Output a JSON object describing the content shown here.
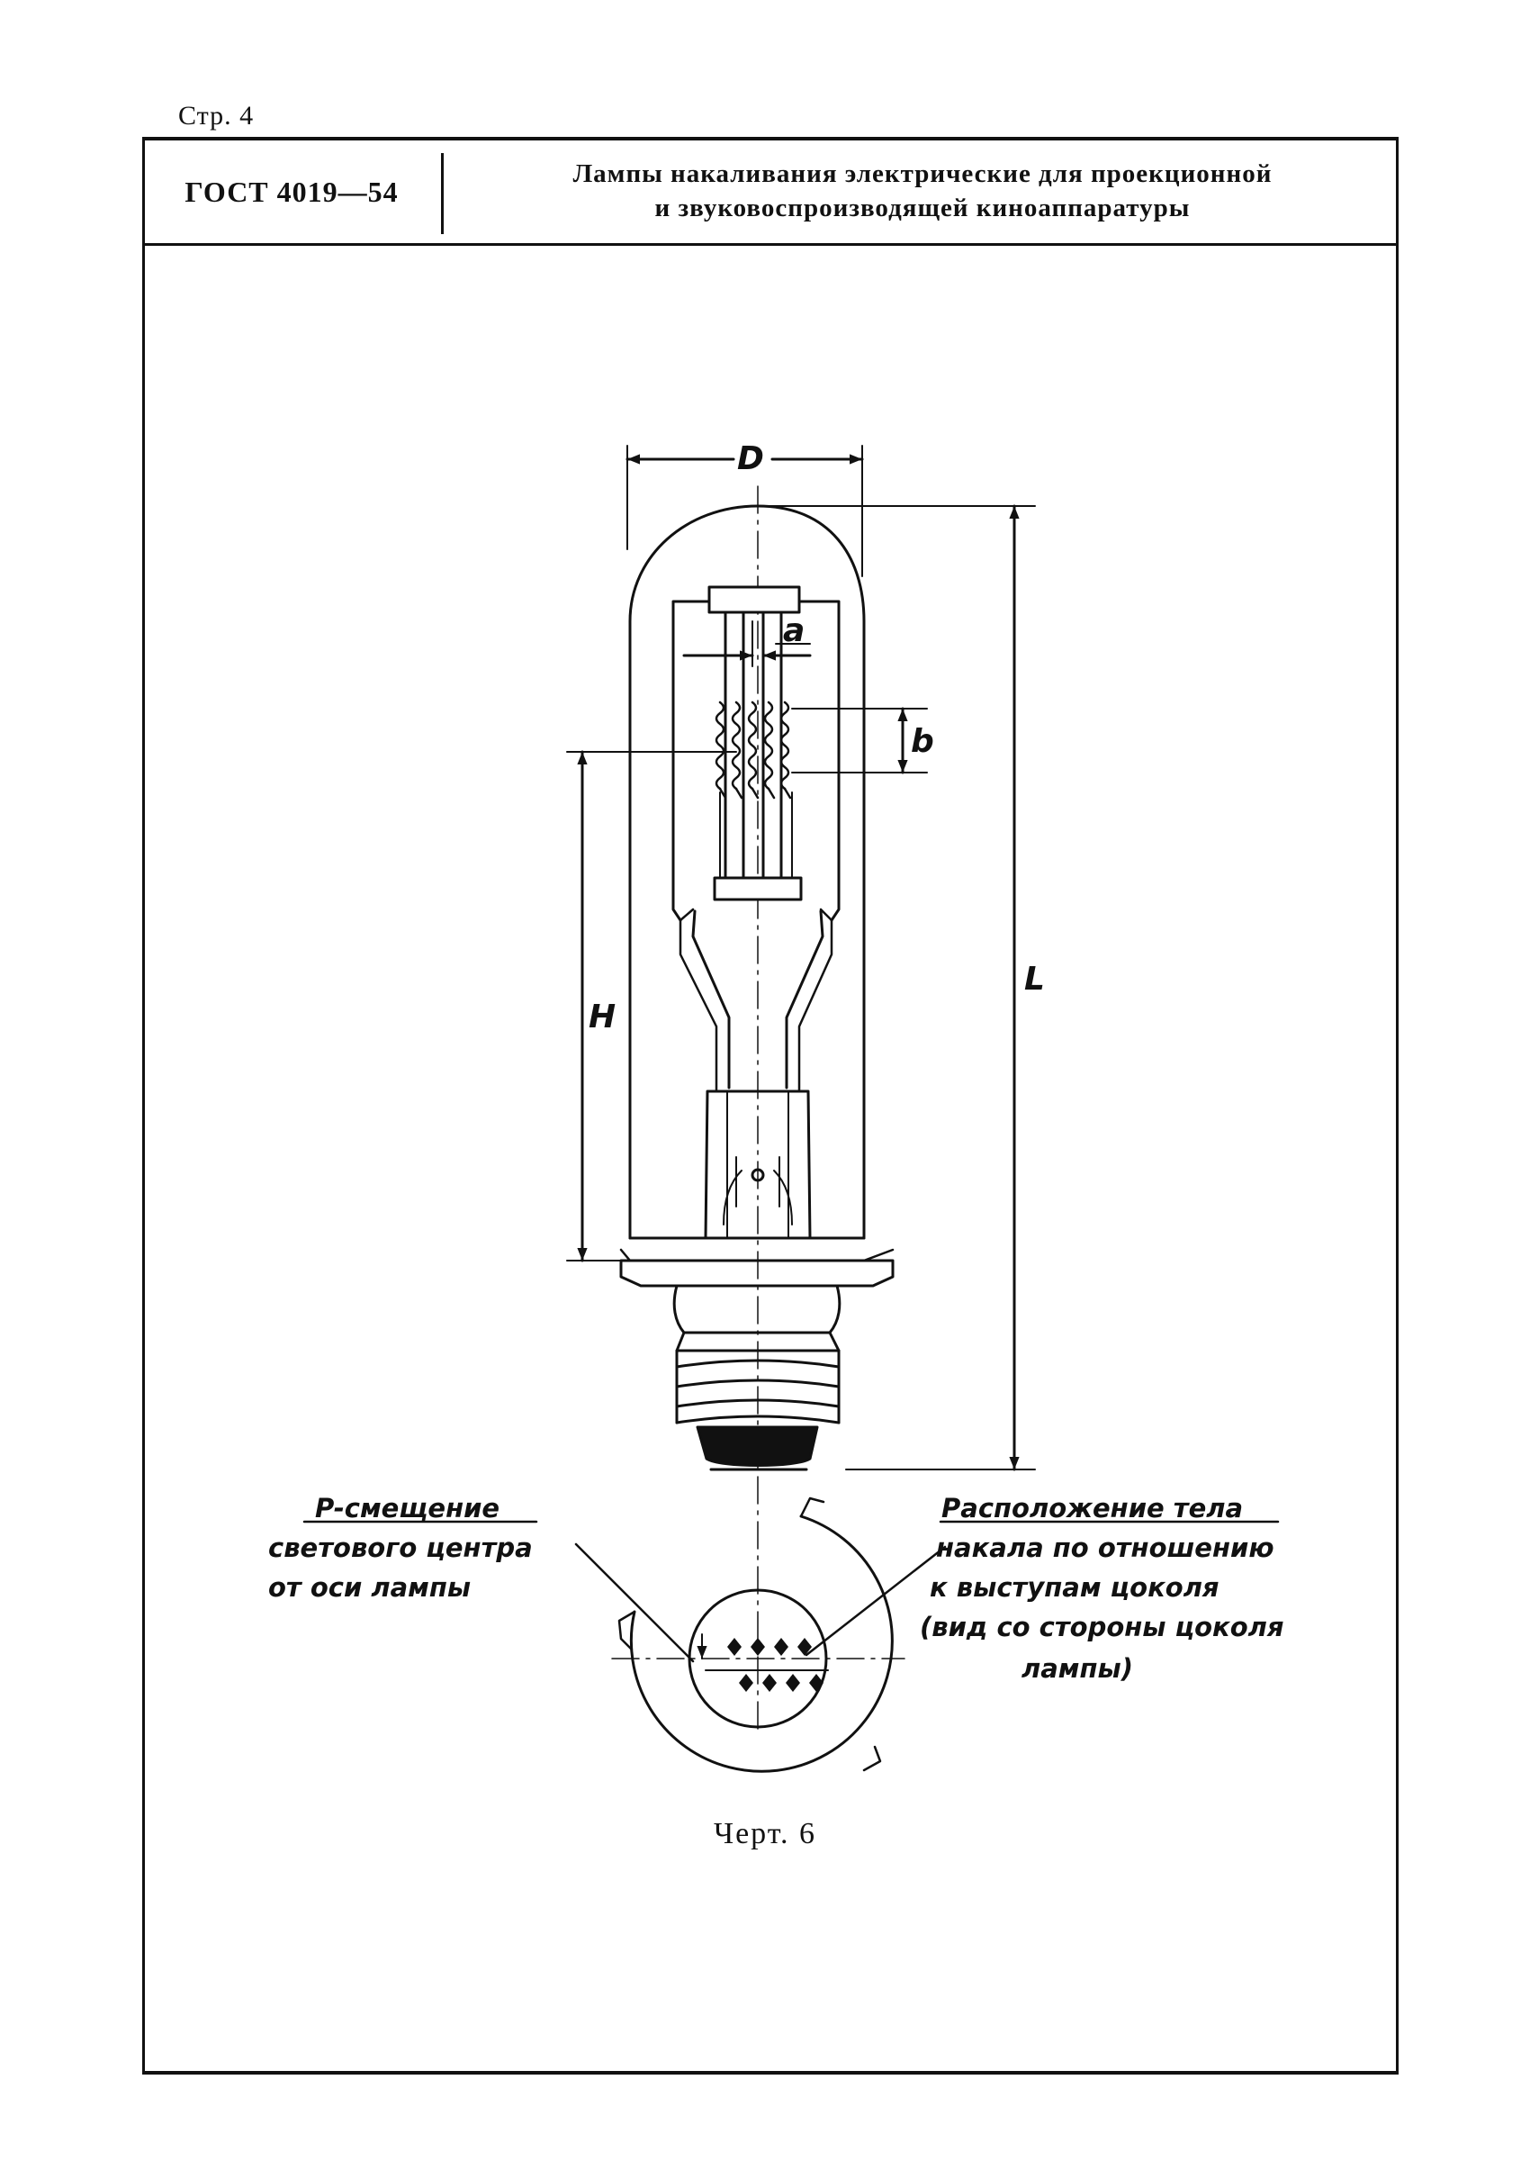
{
  "page": {
    "label": "Стр. 4"
  },
  "header": {
    "code": "ГОСТ 4019—54",
    "title_line1": "Лампы накаливания электрические для проекционной",
    "title_line2": "и звуковоспроизводящей киноаппаратуры"
  },
  "figure": {
    "dimensions": {
      "D": "D",
      "a": "a",
      "b": "b",
      "H": "H",
      "L": "L"
    },
    "left_note": {
      "line1": "P-смещение",
      "line2": "светового центра",
      "line3": "от оси лампы"
    },
    "right_note": {
      "line1": "Расположение тела",
      "line2": "накала по отношению",
      "line3": "к выступам цоколя",
      "line4": "(вид со стороны цоколя",
      "line5": "лампы)"
    },
    "caption": "Черт. 6"
  }
}
